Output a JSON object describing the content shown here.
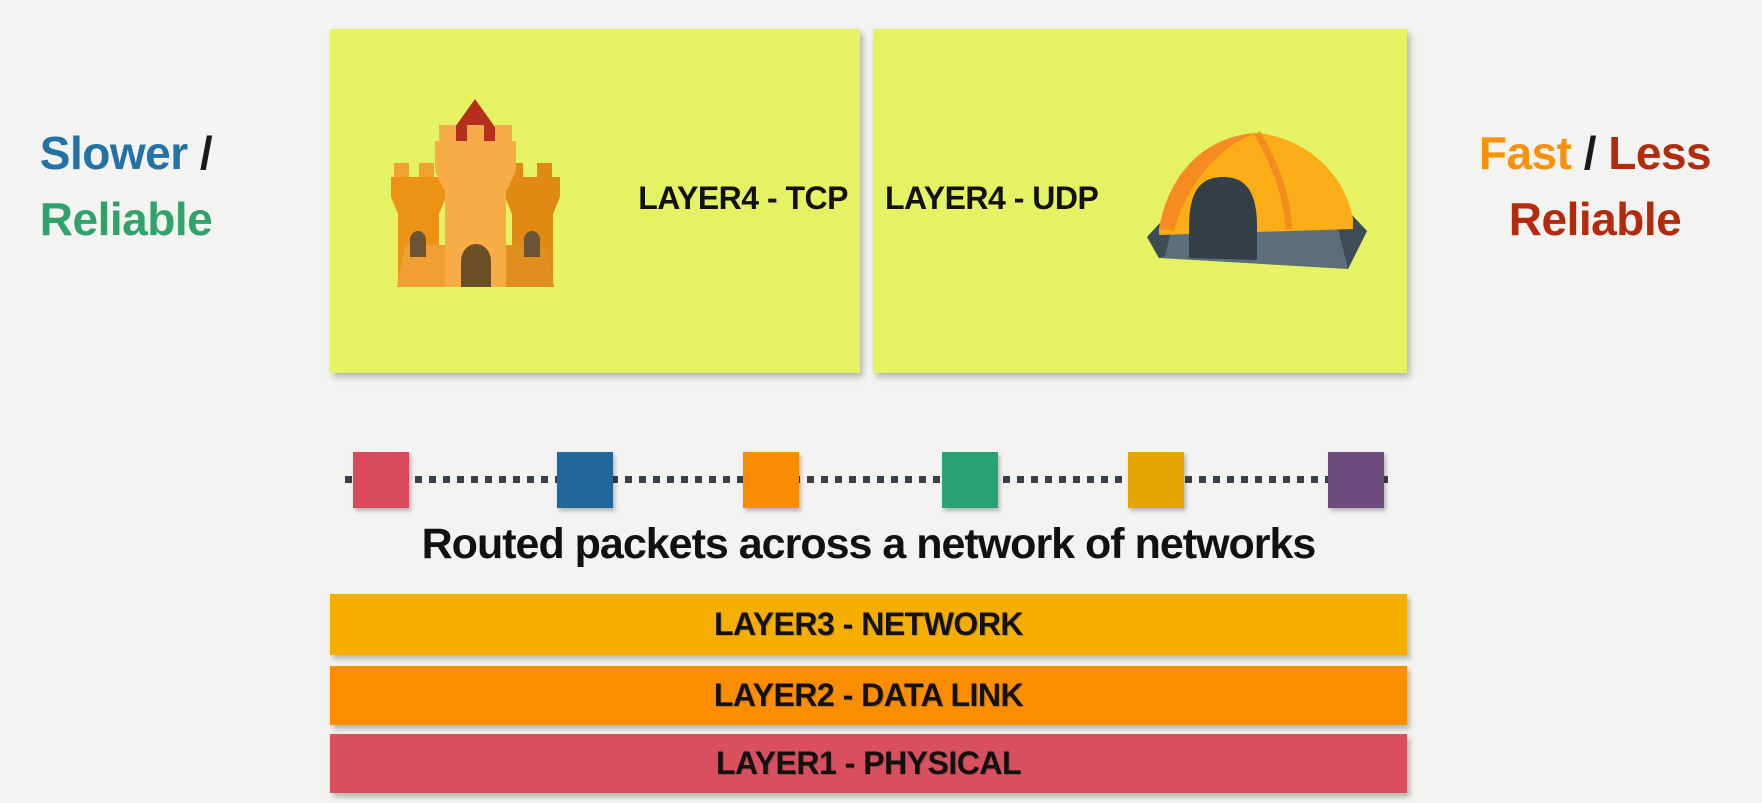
{
  "canvas": {
    "bg": "#F3F3F1"
  },
  "tradeoff_left": {
    "slower": "Slower",
    "sep": " /",
    "reliable": "Reliable",
    "slower_color": "#2272A6",
    "reliable_color": "#2FA36B"
  },
  "tradeoff_right": {
    "fast": "Fast",
    "sep": " / ",
    "less": "Less",
    "reliable": "Reliable",
    "fast_color": "#F6920B",
    "less_reliable_color": "#B32B0D"
  },
  "layer4": {
    "box_bg": "#E5F263",
    "tcp_label": "LAYER4 - TCP",
    "udp_label": "LAYER4 - UDP",
    "tcp_icon": "castle-icon",
    "udp_icon": "tent-icon"
  },
  "packet_flow": {
    "caption": "Routed packets across a network of networks",
    "line_color": "#36414B",
    "packet_colors": [
      "#DB4A5C",
      "#20689B",
      "#F98C00",
      "#27A376",
      "#E2A400",
      "#6D4C7D"
    ]
  },
  "layer_bars": [
    {
      "label": "LAYER3 - NETWORK",
      "bg": "#F5AE00"
    },
    {
      "label": "LAYER2 - DATA LINK",
      "bg": "#FB8D00"
    },
    {
      "label": "LAYER1 - PHYSICAL",
      "bg": "#D8505F"
    }
  ]
}
